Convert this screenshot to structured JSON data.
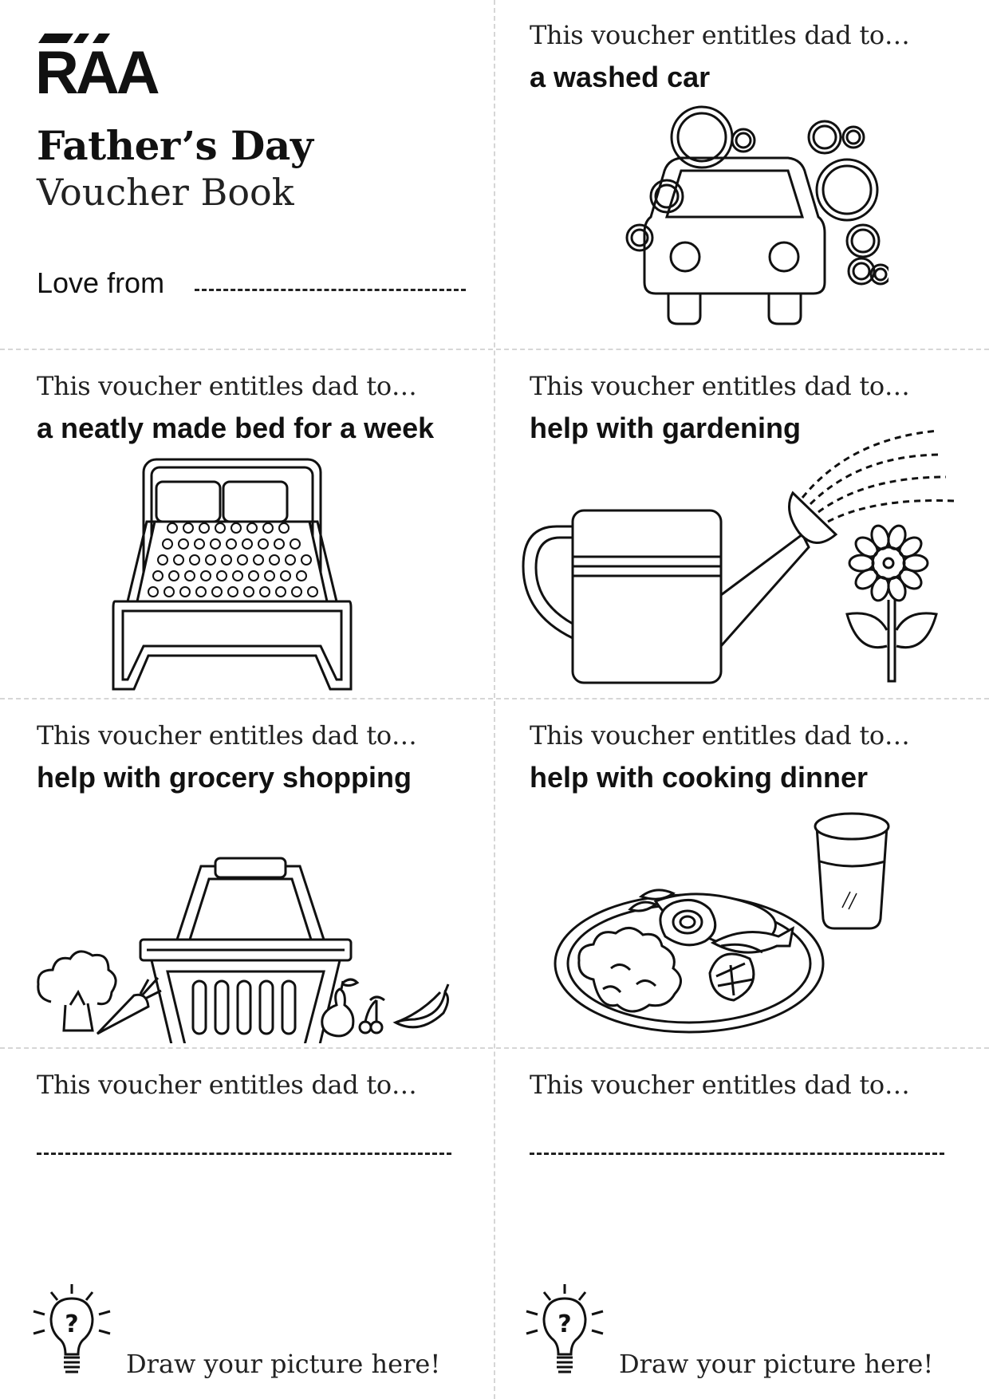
{
  "cover": {
    "logo": "RAA",
    "title": "Father’s Day",
    "subtitle": "Voucher Book",
    "love_from": "Love from"
  },
  "voucher_intro": "This voucher entitles dad to…",
  "vouchers": [
    {
      "title": "a washed car",
      "icon": "car-wash-icon"
    },
    {
      "title": "a neatly made bed for a week",
      "icon": "bed-icon"
    },
    {
      "title": "help with gardening",
      "icon": "watering-can-icon"
    },
    {
      "title": "help with grocery shopping",
      "icon": "shopping-basket-icon"
    },
    {
      "title": "help with cooking dinner",
      "icon": "dinner-plate-icon"
    }
  ],
  "blank_vouchers": [
    {
      "draw_prompt": "Draw your picture here!",
      "icon": "lightbulb-question-icon"
    },
    {
      "draw_prompt": "Draw your picture here!",
      "icon": "lightbulb-question-icon"
    }
  ],
  "colors": {
    "ink": "#111111",
    "divider": "#d6d6d6",
    "paper": "#ffffff"
  }
}
